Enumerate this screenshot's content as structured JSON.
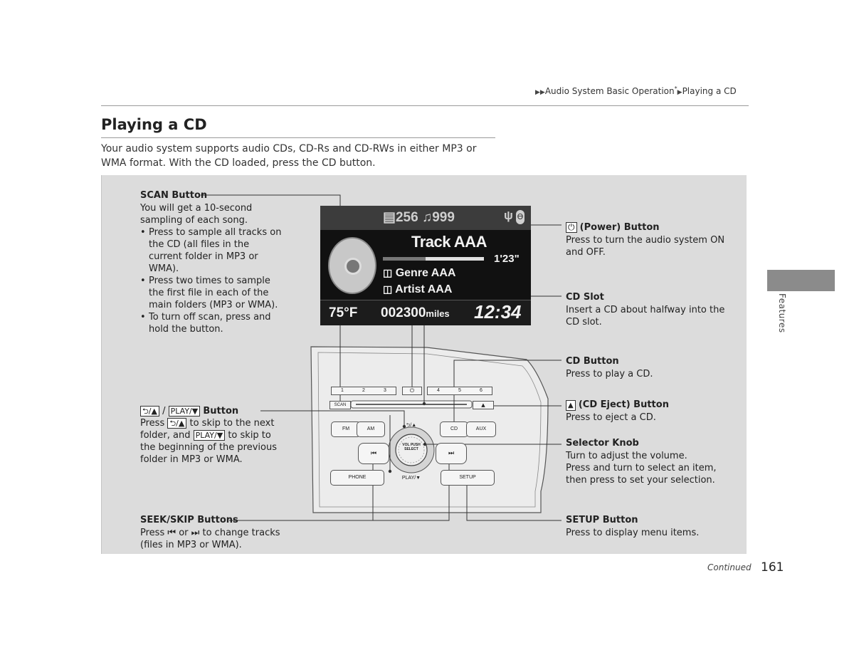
{
  "header": {
    "crumb_part1": "Audio System Basic Operation",
    "crumb_star": "*",
    "crumb_part2": "Playing a CD"
  },
  "title": "Playing a CD",
  "intro": "Your audio system supports audio CDs, CD-Rs and CD-RWs in either MP3 or WMA format. With the CD loaded, press the CD button.",
  "screen": {
    "folder_count": "256",
    "track_count": "999",
    "track": "Track AAA",
    "time": "1'23\"",
    "genre": "Genre AAA",
    "artist": "Artist AAA",
    "temperature": "75°F",
    "odometer": "002300",
    "odometer_unit": "miles",
    "clock": "12:34"
  },
  "unit": {
    "preset_buttons": [
      "1",
      "2",
      "3",
      "4",
      "5",
      "6"
    ],
    "scan": "SCAN",
    "back_up": "⮌/▲",
    "cd": "CD",
    "fm": "FM",
    "am": "AM",
    "aux": "AUX",
    "knob": "VOL PUSH SELECT",
    "phone": "PHONE",
    "setup": "SETUP",
    "play_down": "PLAY/▼",
    "seek_back": "⏮",
    "seek_fwd": "⏭"
  },
  "callouts": {
    "scan": {
      "title": "SCAN Button",
      "desc": "You will get a 10-second sampling of each song.",
      "bullets": [
        "Press to sample all tracks on the CD (all files in the current folder in MP3 or WMA).",
        "Press two times to sample the first file in each of the main folders (MP3 or WMA).",
        "To turn off scan, press and hold the button."
      ]
    },
    "back_play": {
      "key1": "⮌/▲",
      "slash": "/",
      "key2": "PLAY/▼",
      "title_suffix": "Button",
      "press": "Press",
      "skip_next": "to skip to the next folder, and",
      "skip_prev": "to skip to the beginning of the previous folder in MP3 or WMA."
    },
    "seek": {
      "title": "SEEK/SKIP Buttons",
      "press": "Press",
      "or": "or",
      "desc": "to change tracks (files in MP3 or WMA)."
    },
    "power": {
      "title": "(Power) Button",
      "desc": "Press to turn the audio system ON and OFF."
    },
    "cd_slot": {
      "title": "CD Slot",
      "desc": "Insert a CD about halfway into the CD slot."
    },
    "cd_button": {
      "title": "CD Button",
      "desc": "Press to play a CD."
    },
    "eject": {
      "title": "(CD Eject) Button",
      "desc": "Press to eject a CD."
    },
    "selector": {
      "title": "Selector Knob",
      "desc1": "Turn to adjust the volume.",
      "desc2": "Press and turn to select an item, then press to set your selection."
    },
    "setup": {
      "title": "SETUP Button",
      "desc": "Press to display menu items."
    }
  },
  "sidetab": "Features",
  "footer": {
    "continued": "Continued",
    "page": "161"
  }
}
